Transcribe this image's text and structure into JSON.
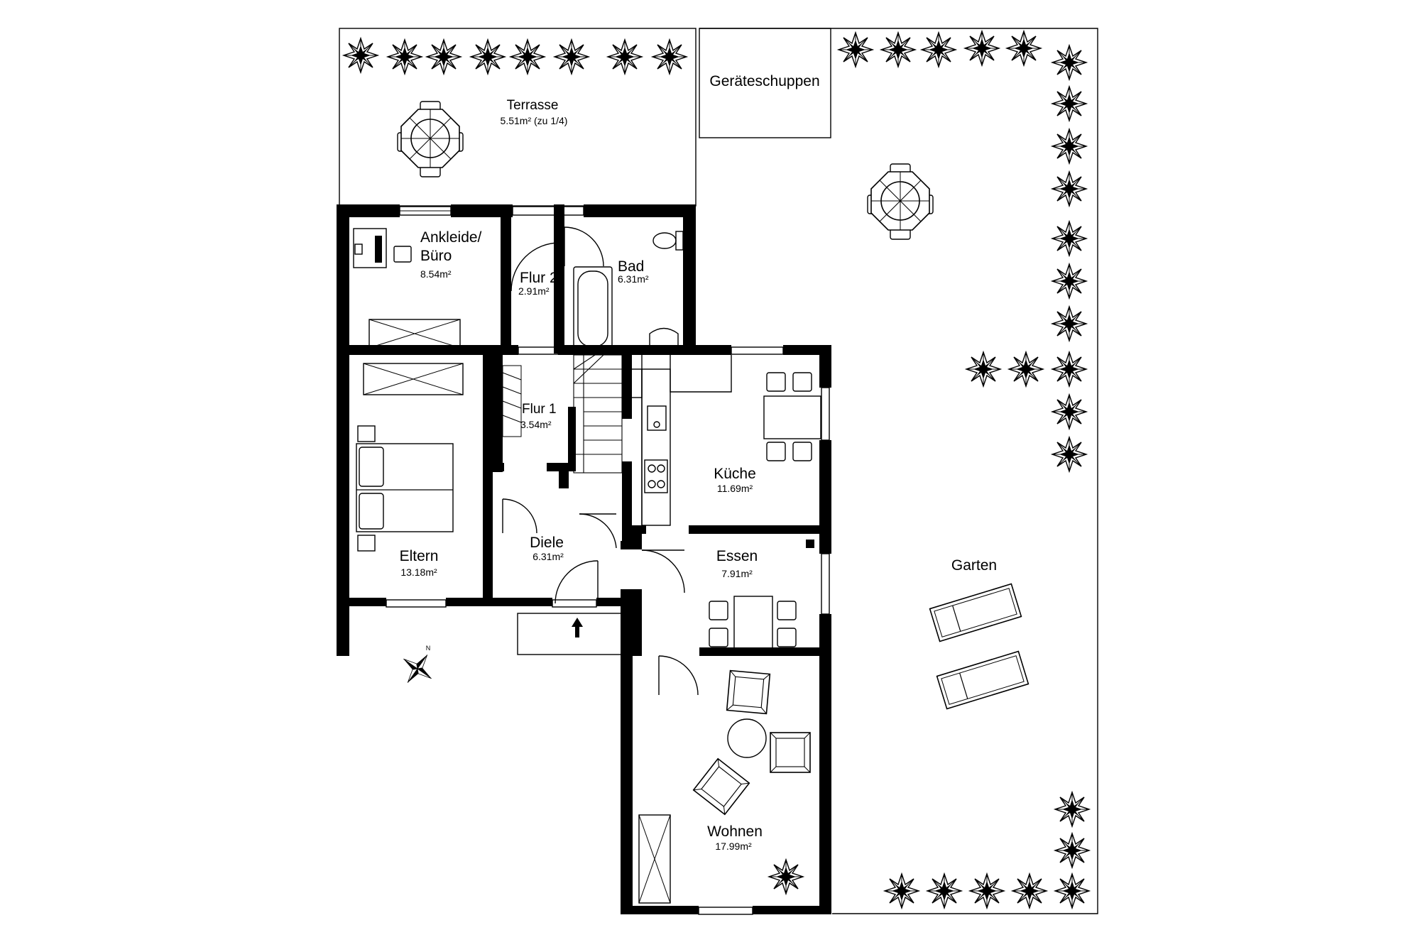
{
  "rooms": [
    {
      "id": "terrasse",
      "name": "Terrasse",
      "area": "5.51m² (zu 1/4)"
    },
    {
      "id": "geraeteschuppen",
      "name": "Geräteschuppen",
      "area": ""
    },
    {
      "id": "ankleide",
      "name": "Ankleide/",
      "name2": "Büro",
      "area": "8.54m²"
    },
    {
      "id": "flur2",
      "name": "Flur 2",
      "area": "2.91m²"
    },
    {
      "id": "bad",
      "name": "Bad",
      "area": "6.31m²"
    },
    {
      "id": "flur1",
      "name": "Flur 1",
      "area": "3.54m²"
    },
    {
      "id": "kueche",
      "name": "Küche",
      "area": "11.69m²"
    },
    {
      "id": "eltern",
      "name": "Eltern",
      "area": "13.18m²"
    },
    {
      "id": "diele",
      "name": "Diele",
      "area": "6.31m²"
    },
    {
      "id": "essen",
      "name": "Essen",
      "area": "7.91m²"
    },
    {
      "id": "garten",
      "name": "Garten",
      "area": ""
    },
    {
      "id": "wohnen",
      "name": "Wohnen",
      "area": "17.99m²"
    }
  ],
  "compass": {
    "north_label": "N"
  },
  "icons": [
    "shrub-icon",
    "patio-table-icon",
    "sun-lounger-icon",
    "compass-icon",
    "entrance-arrow-icon",
    "bed-icon",
    "bathtub-icon",
    "toilet-icon",
    "sink-icon",
    "stairs-icon",
    "stove-icon",
    "dining-table-icon",
    "armchair-icon",
    "round-table-icon",
    "desk-icon",
    "wardrobe-icon"
  ]
}
